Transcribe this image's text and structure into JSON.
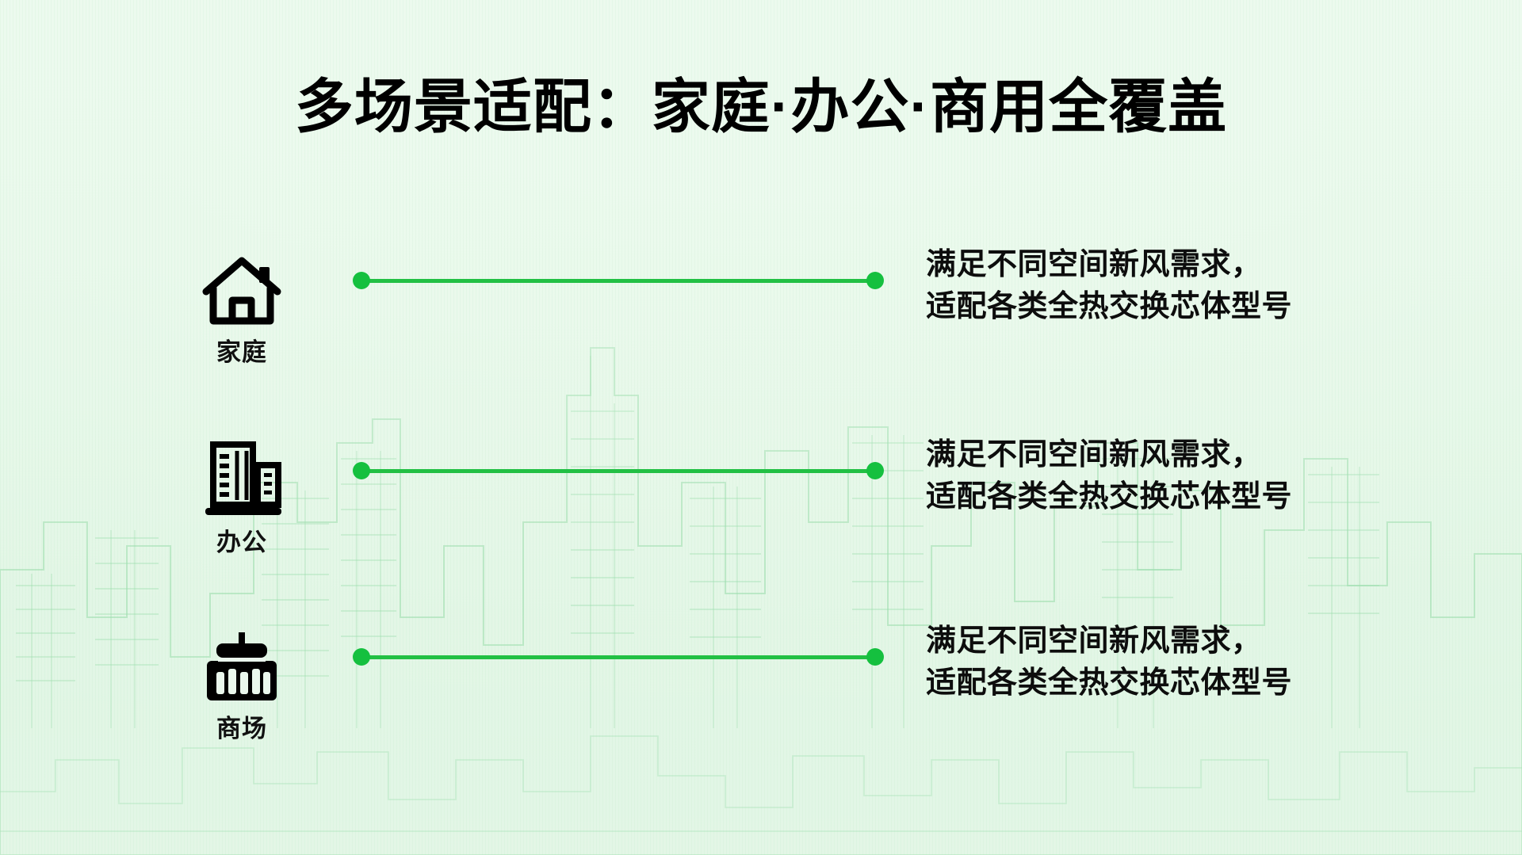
{
  "slide": {
    "title": "多场景适配：家庭·办公·商用全覆盖",
    "background_color": "#e9f8ec",
    "accent_color": "#15c03f",
    "watermark": "city-skyline"
  },
  "rows": [
    {
      "icon": "house-icon",
      "label": "家庭",
      "description": "满足不同空间新风需求，\n适配各类全热交换芯体型号"
    },
    {
      "icon": "office-building-icon",
      "label": "办公",
      "description": "满足不同空间新风需求，\n适配各类全热交换芯体型号"
    },
    {
      "icon": "mall-building-icon",
      "label": "商场",
      "description": "满足不同空间新风需求，\n适配各类全热交换芯体型号"
    }
  ]
}
